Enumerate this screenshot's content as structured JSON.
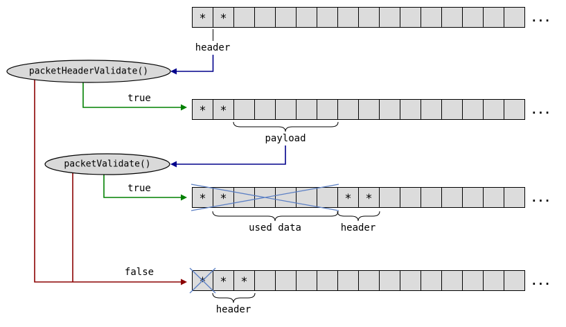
{
  "labels": {
    "fn1": "packetHeaderValidate()",
    "fn2": "packetValidate()",
    "true1": "true",
    "true2": "true",
    "false1": "false",
    "row1_brace": "header",
    "row2_brace": "payload",
    "row3_brace_used": "used data",
    "row3_brace_header": "header",
    "row4_brace": "header",
    "star": "*",
    "ellipsis": "..."
  },
  "rows": [
    {
      "cells": 16,
      "stars": [
        0,
        1
      ],
      "crossed": []
    },
    {
      "cells": 16,
      "stars": [
        0,
        1
      ],
      "crossed": []
    },
    {
      "cells": 16,
      "stars": [
        0,
        1,
        7,
        8
      ],
      "crossed": [
        0,
        1,
        2,
        3,
        4,
        5,
        6
      ]
    },
    {
      "cells": 16,
      "stars": [
        0,
        1,
        2
      ],
      "crossed": [
        0
      ]
    }
  ],
  "colors": {
    "cell_fill": "#dcdcdc",
    "node_fill": "#d9d9d9",
    "outline": "#000000",
    "true_green": "#008000",
    "false_red": "#8b0000",
    "pointer_navy": "#00008b",
    "cross_blue": "#5b7fc4"
  }
}
